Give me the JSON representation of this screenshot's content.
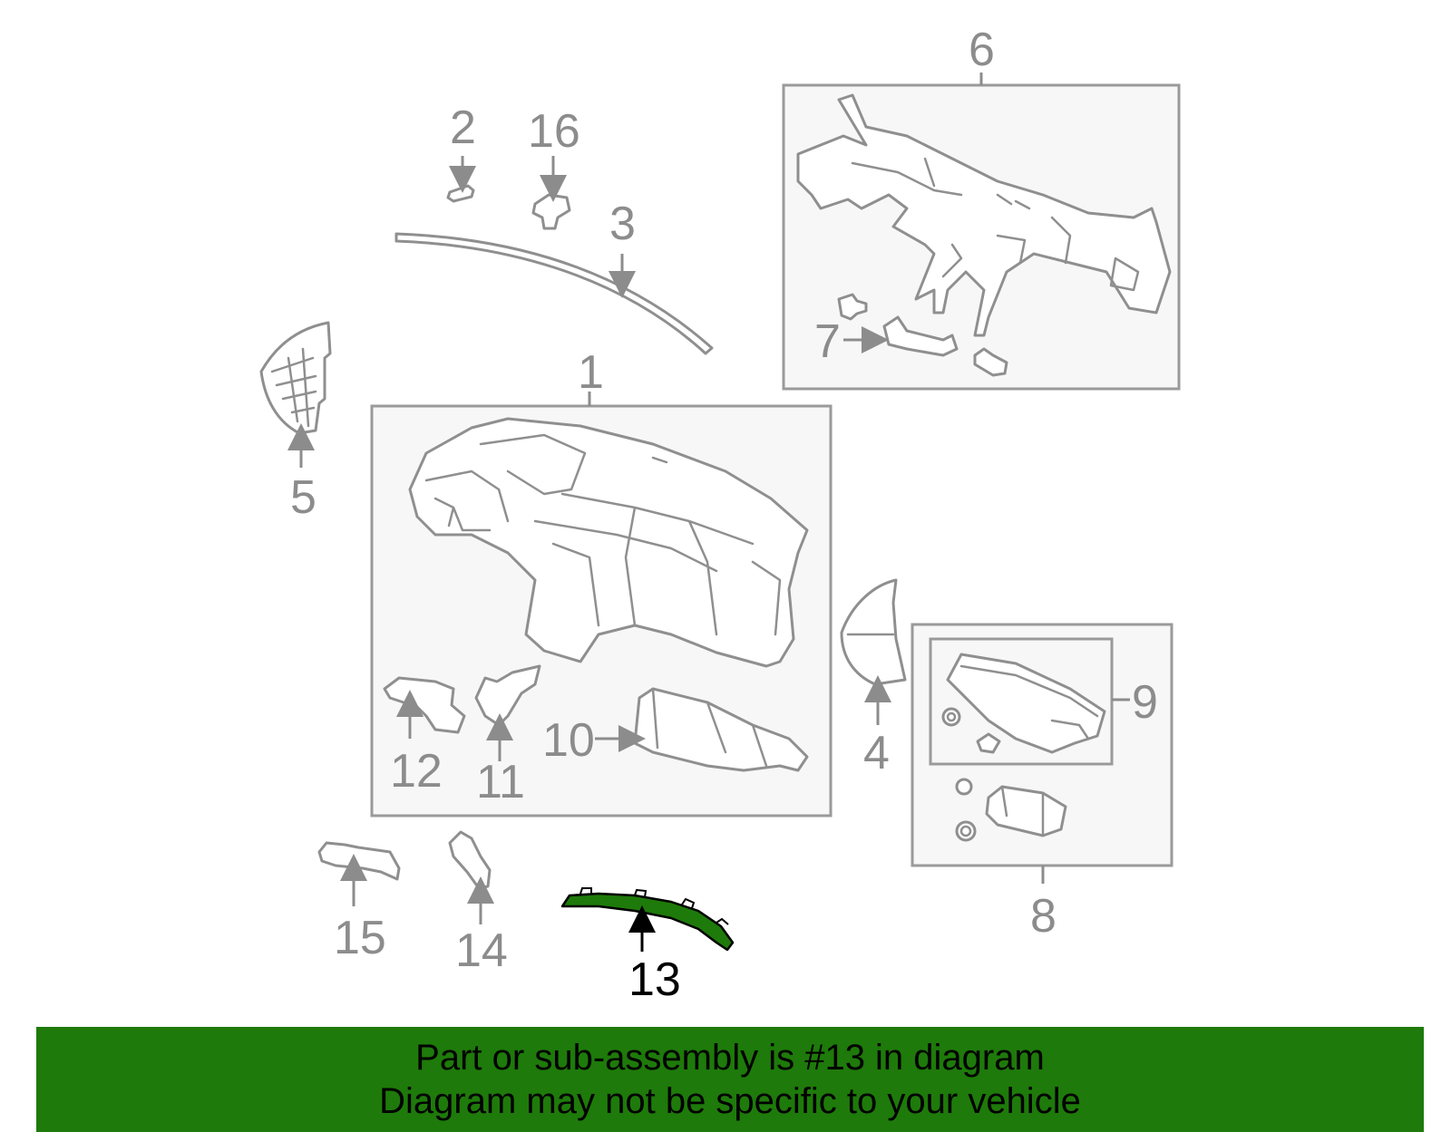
{
  "labels": {
    "p1": "1",
    "p2": "2",
    "p3": "3",
    "p4": "4",
    "p5": "5",
    "p6": "6",
    "p7": "7",
    "p8": "8",
    "p9": "9",
    "p10": "10",
    "p11": "11",
    "p12": "12",
    "p13": "13",
    "p14": "14",
    "p15": "15",
    "p16": "16"
  },
  "highlighted_part": "13",
  "footer": {
    "line1": "Part or sub-assembly is #13 in diagram",
    "line2": "Diagram may not be specific to your vehicle"
  },
  "colors": {
    "highlight": "#1e7a0a",
    "part_outline": "#8f8f8f",
    "label": "#8c8c8c"
  }
}
